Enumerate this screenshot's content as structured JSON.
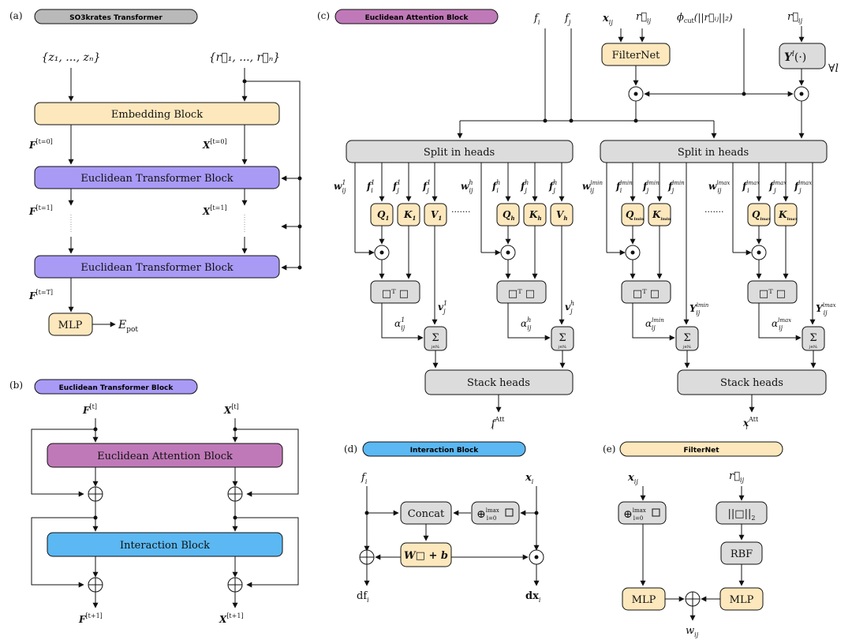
{
  "colors": {
    "gray": "#dcdcdc",
    "cream": "#fde8bd",
    "purple": "#a99af6",
    "magenta": "#c079b8",
    "blue": "#5bb8f2",
    "orange_pill": "#fdd9a0"
  },
  "panel_a": {
    "tag": "(a)",
    "title": "SO3krates Transformer",
    "input_z": "{z₁, ..., zₙ}",
    "input_r": "{r⃗₁, ..., r⃗ₙ}",
    "embedding": "Embedding Block",
    "euclid_block_1": "Euclidean Transformer Block",
    "euclid_block_2": "Euclidean Transformer Block",
    "F0": "F",
    "F0_sup": "[t=0]",
    "X0": "X",
    "X0_sup": "[t=0]",
    "F1": "F",
    "F1_sup": "[t=1]",
    "X1": "X",
    "X1_sup": "[t=1]",
    "FT": "F",
    "FT_sup": "[t=T]",
    "mlp": "MLP",
    "energy": "E",
    "energy_sub": "pot"
  },
  "panel_b": {
    "tag": "(b)",
    "title": "Euclidean Transformer Block",
    "F_in": "F",
    "F_in_sup": "[t]",
    "X_in": "X",
    "X_in_sup": "[t]",
    "attention": "Euclidean Attention Block",
    "interaction": "Interaction Block",
    "F_out": "F",
    "F_out_sup": "[t+1]",
    "X_out": "X",
    "X_out_sup": "[t+1]"
  },
  "panel_c": {
    "tag": "(c)",
    "title": "Euclidean Attention Block",
    "f_i": "f",
    "f_i_sub": "i",
    "f_j": "f",
    "f_j_sub": "j",
    "x_ij": "x",
    "x_ij_sub": "ij",
    "r_ij": "r⃗",
    "r_ij_sub": "ij",
    "phi": "ϕ",
    "phi_sub": "cut",
    "phi_arg": "(||r⃗ᵢⱼ||₂)",
    "filternet": "FilterNet",
    "ylm": "Y",
    "ylm_sup": "l",
    "ylm_arg": "(·)",
    "forall": "∀l",
    "split_left": "Split in heads",
    "split_right": "Split in heads",
    "w_1": "w",
    "w_1_sup": "1",
    "w_1_sub": "ij",
    "fi_1": "f",
    "fi_1_sup": "1",
    "fi_1_sub": "i",
    "fj_1a": "f",
    "fj_1a_sup": "1",
    "fj_1a_sub": "j",
    "fj_1b": "f",
    "fj_1b_sup": "1",
    "fj_1b_sub": "j",
    "w_h": "w",
    "w_h_sup": "h",
    "w_h_sub": "ij",
    "fi_h": "f",
    "fi_h_sup": "h",
    "fi_h_sub": "i",
    "fj_ha": "f",
    "fj_ha_sup": "h",
    "fj_ha_sub": "j",
    "fj_hb": "f",
    "fj_hb_sup": "h",
    "fj_hb_sub": "j",
    "w_lmin": "w",
    "w_lmin_sup": "lmin",
    "w_lmin_sub": "ij",
    "fi_lmin": "f",
    "fi_lmin_sup": "lmin",
    "fi_lmin_sub": "i",
    "fj_lmin_a": "f",
    "fj_lmin_a_sup": "lmin",
    "fj_lmin_a_sub": "j",
    "fj_lmin_b": "f",
    "fj_lmin_b_sup": "lmin",
    "fj_lmin_b_sub": "j",
    "w_lmax": "w",
    "w_lmax_sup": "lmax",
    "w_lmax_sub": "ij",
    "fi_lmax": "f",
    "fi_lmax_sup": "lmax",
    "fi_lmax_sub": "i",
    "fj_lmax_a": "f",
    "fj_lmax_a_sup": "lmax",
    "fj_lmax_a_sub": "j",
    "fj_lmax_b": "f",
    "fj_lmax_b_sup": "lmax",
    "fj_lmax_b_sub": "j",
    "Q1": "Q",
    "Q1_sub": "1",
    "K1": "K",
    "K1_sub": "1",
    "V1": "V",
    "V1_sub": "1",
    "Qh": "Q",
    "Qh_sub": "h",
    "Kh": "K",
    "Kh_sub": "h",
    "Vh": "V",
    "Vh_sub": "h",
    "Qlmin": "Q",
    "Qlmin_sub": "lmin",
    "Klmin": "K",
    "Klmin_sub": "lmin",
    "Qlmax": "Q",
    "Qlmax_sub": "lmax",
    "Klmax": "K",
    "Klmax_sub": "lmax",
    "dots": "·······",
    "dot_product": "□ᵀ □",
    "v1": "v",
    "v1_sup": "1",
    "v1_sub": "j",
    "vh": "v",
    "vh_sup": "h",
    "vh_sub": "j",
    "Ylmin": "Y",
    "Ylmin_sup": "lmin",
    "Ylmin_sub": "ij",
    "Ylmax": "Y",
    "Ylmax_sup": "lmax",
    "Ylmax_sub": "ij",
    "a1": "α",
    "a1_sup": "1",
    "a1_sub": "ij",
    "ah": "α",
    "ah_sup": "h",
    "ah_sub": "ij",
    "almin": "α",
    "almin_sup": "lmin",
    "almin_sub": "ij",
    "almax": "α",
    "almax_sup": "lmax",
    "almax_sub": "ij",
    "sum": "Σ",
    "sum_sub": "j∈Nᵢ",
    "stack_left": "Stack heads",
    "stack_right": "Stack heads",
    "out_f": "f",
    "out_f_sup": "Att",
    "out_f_sub": "i",
    "out_x": "x",
    "out_x_sup": "Att",
    "out_x_sub": "i"
  },
  "panel_d": {
    "tag": "(d)",
    "title": "Interaction Block",
    "f_i": "f",
    "f_i_sub": "i",
    "x_i": "x",
    "x_i_sub": "i",
    "concat": "Concat",
    "oplus": "⊕",
    "oplus_sup": "lmax",
    "oplus_sub": "l=0",
    "linear": "W□ + b",
    "df": "df",
    "df_sub": "i",
    "dx": "dx",
    "dx_sub": "i"
  },
  "panel_e": {
    "tag": "(e)",
    "title": "FilterNet",
    "x_ij": "x",
    "x_ij_sub": "ij",
    "r_ij": "r⃗",
    "r_ij_sub": "ij",
    "oplus": "⊕",
    "oplus_sup": "lmax",
    "oplus_sub": "l=0",
    "norm": "||□||",
    "norm_sub": "2",
    "rbf": "RBF",
    "mlp_left": "MLP",
    "mlp_right": "MLP",
    "w_out": "w",
    "w_out_sub": "ij"
  }
}
